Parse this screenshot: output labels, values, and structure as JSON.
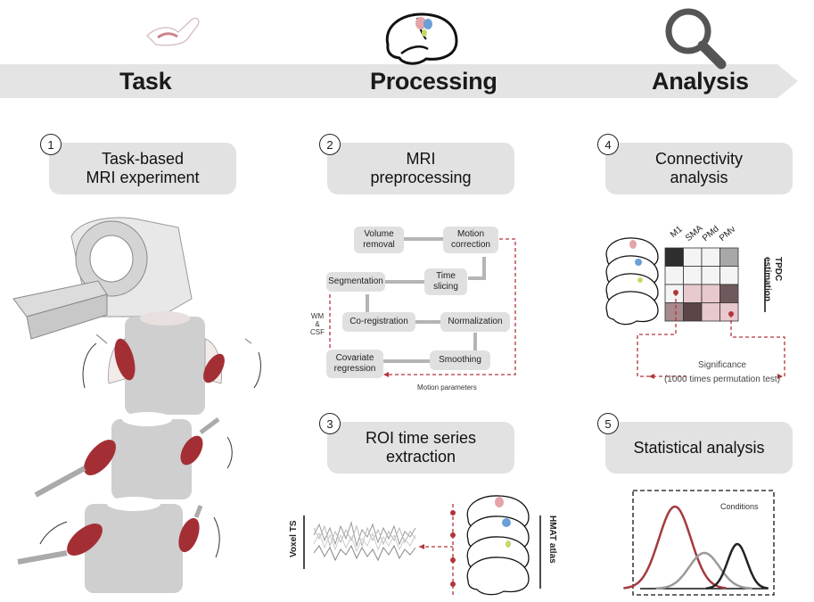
{
  "banner": {
    "task": "Task",
    "processing": "Processing",
    "analysis": "Analysis"
  },
  "steps": [
    {
      "num": "1",
      "lines": [
        "Task-based",
        "MRI experiment"
      ]
    },
    {
      "num": "2",
      "lines": [
        "MRI",
        "preprocessing"
      ]
    },
    {
      "num": "3",
      "lines": [
        "ROI time series",
        "extraction"
      ]
    },
    {
      "num": "4",
      "lines": [
        "Connectivity",
        "analysis"
      ]
    },
    {
      "num": "5",
      "lines": [
        "Statistical analysis"
      ]
    }
  ],
  "preprocessing": {
    "volume_removal": [
      "Volume",
      "removal"
    ],
    "motion_correction": [
      "Motion",
      "correction"
    ],
    "segmentation": "Segmentation",
    "time_slicing": [
      "Time",
      "slicing"
    ],
    "coregistration": "Co-registration",
    "normalization": "Normalization",
    "covariate_regression": [
      "Covariate",
      "regression"
    ],
    "smoothing": "Smoothing",
    "wm_csf": [
      "WM",
      "&",
      "CSF"
    ],
    "motion_parameters": "Motion parameters"
  },
  "roi": {
    "voxel_ts": "Voxel TS",
    "atlas": "HMAT atlas"
  },
  "connectivity": {
    "columns": [
      "M1",
      "SMA",
      "PMd",
      "PMv"
    ],
    "tpdc": [
      "TPDC",
      "estimation"
    ],
    "significance": "Significance",
    "permutation": "(1000 times permutation test)",
    "matrix_colors": [
      [
        "#2e2e2e",
        "#f4f4f4",
        "#f4f4f4",
        "#a8a8a8"
      ],
      [
        "#f4f4f4",
        "#f4f4f4",
        "#f4f4f4",
        "#f4f4f4"
      ],
      [
        "#f4f4f4",
        "#e8c9cd",
        "#e8c9cd",
        "#6e5a5c"
      ],
      [
        "#a88a8e",
        "#5a4446",
        "#e8c9cd",
        "#e8c9cd"
      ]
    ]
  },
  "stats": {
    "conditions": "Conditions",
    "curve_colors": [
      "#a33a3f",
      "#9a9a9a",
      "#222222"
    ]
  },
  "colors": {
    "banner": "#e4e4e4",
    "box": "#e2e2e2",
    "accent_red": "#b3343a"
  }
}
